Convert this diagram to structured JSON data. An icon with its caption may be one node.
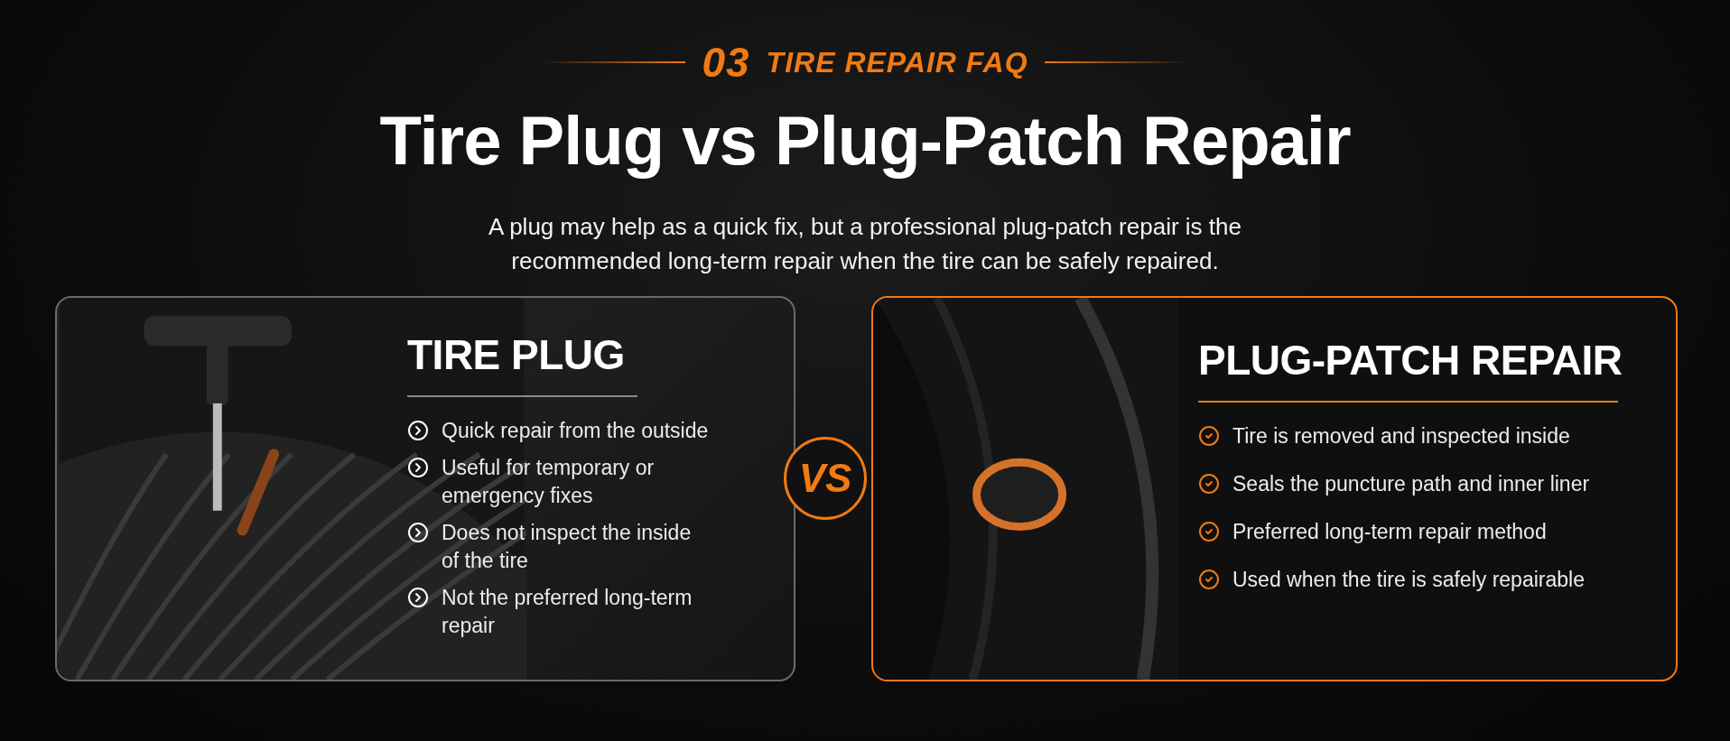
{
  "diagram": {
    "title": "Tire Plug vs Plug-Patch Repair",
    "nodes": [
      {
        "text": [
          "TIRE PLUG",
          "Quick repair from the outside",
          "Useful for temporary or emergency fixes",
          "Does not inspect the inside of the tire",
          "Not the preferred long-term repair"
        ]
      },
      {
        "text": [
          "VS"
        ]
      },
      {
        "text": [
          "PLUG-PATCH REPAIR",
          "Tire is removed and inspected inside",
          "Seals the puncture path and inner liner",
          "Preferred long-term repair method",
          "Used when the tire is safely repairable"
        ]
      }
    ],
    "labels": [
      "03",
      "TIRE REPAIR FAQ",
      "A plug may help as a quick fix, but a professional plug-patch repair is the recommended long-term repair when the tire can be safely repaired."
    ]
  }
}
